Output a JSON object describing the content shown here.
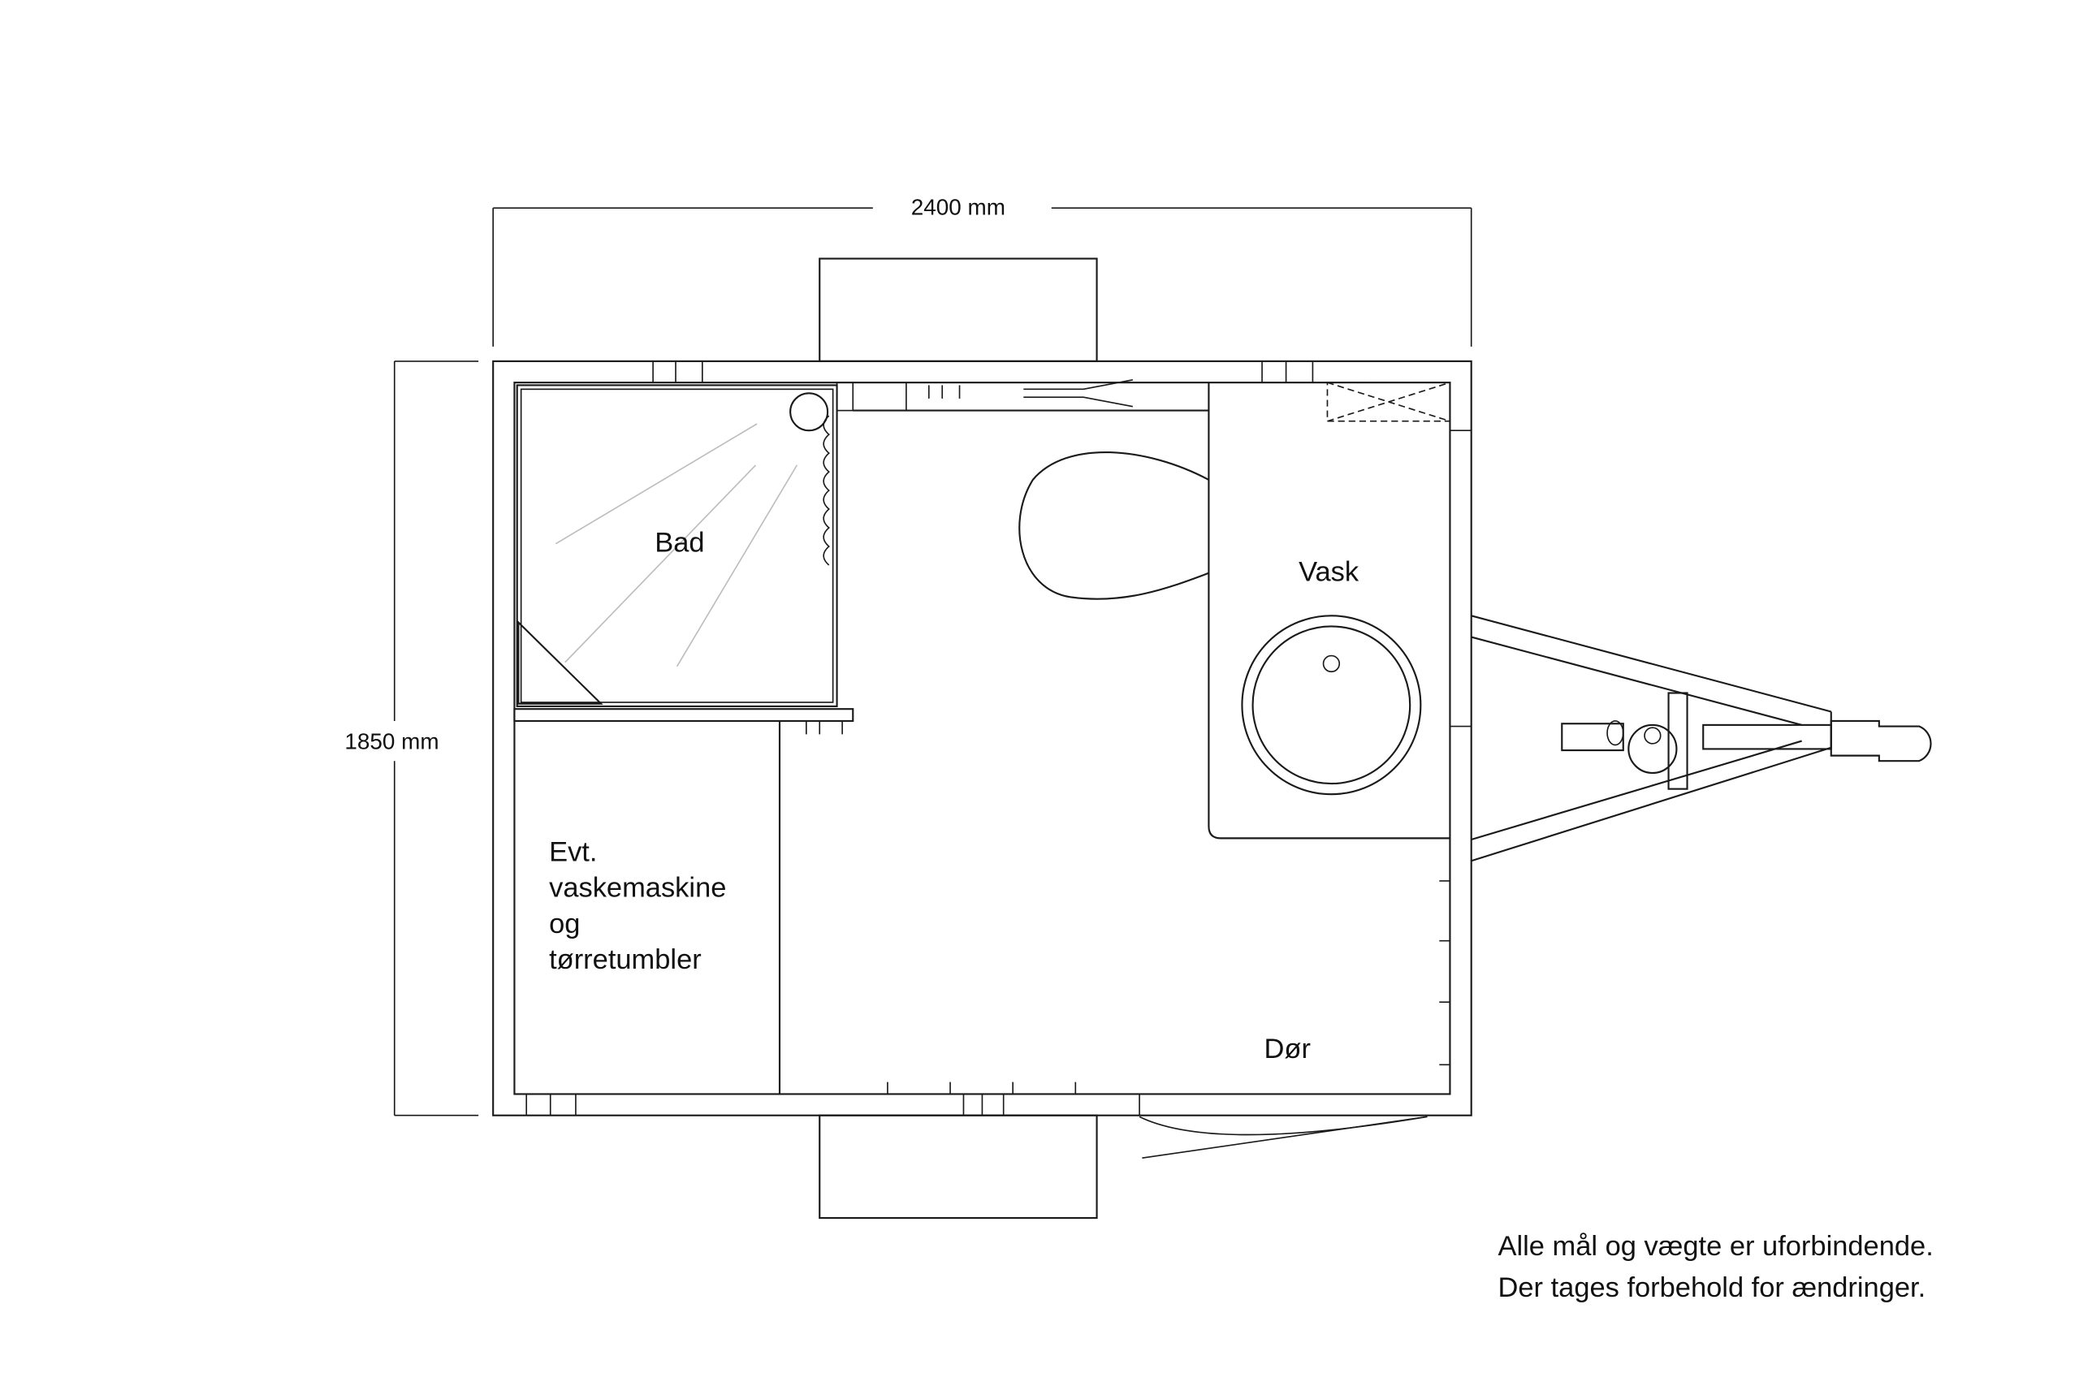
{
  "dimensions": {
    "width_label": "2400 mm",
    "depth_label": "1850 mm"
  },
  "rooms": {
    "bath": "Bad",
    "sink": "Vask",
    "laundry": [
      "Evt.",
      "vaskemaskine",
      "og",
      "tørretumbler"
    ],
    "door": "Dør"
  },
  "notes": [
    "Alle mål og vægte er uforbindende.",
    "Der tages forbehold for ændringer."
  ]
}
